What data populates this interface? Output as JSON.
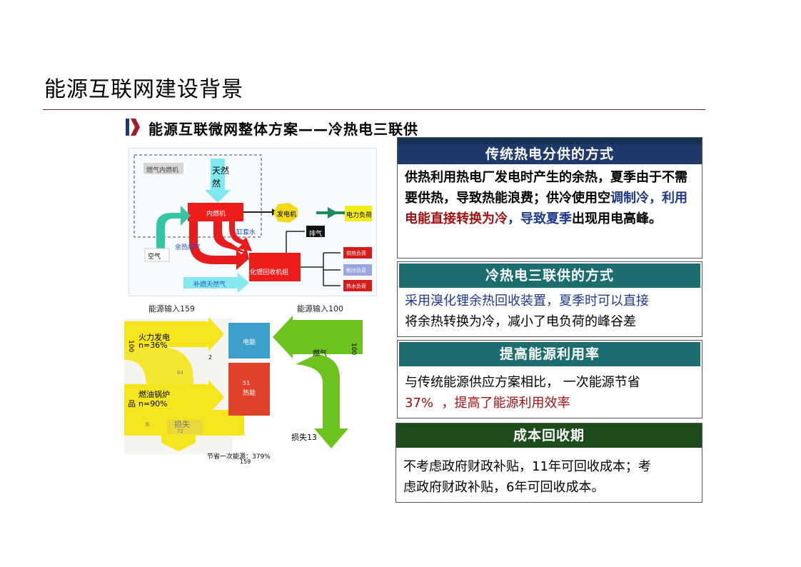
{
  "page": {
    "title": "能源互联网建设背景",
    "subtitle": "能源互联微网整体方案——冷热电三联供"
  },
  "boxes": {
    "traditional": {
      "heading": "传统热电分供的方式",
      "p1": "供热利用热电厂发电时产生的余热，夏季由于不需要供热，导致热能浪费；供冷使用空",
      "p2": "调制冷，利用",
      "p3": "电能直接转换为冷",
      "p4": "，导致夏季",
      "p5": "出现用电高峰。"
    },
    "cchp": {
      "heading": "冷热电三联供的方式",
      "line1": "采用溴化锂余热回收装置，夏季时可以直接",
      "line2": "将余热转换为冷，减小了电负荷的峰谷差"
    },
    "efficiency": {
      "heading": "提高能源利用率",
      "line1": "与传统能源供应方案相比，   一次能源节省",
      "pct": "37%",
      "line2": "，提高了能源利用效率"
    },
    "payback": {
      "heading": "成本回收期",
      "line1": "不考虑政府财政补贴，11年可回收成本；考",
      "line2": "虑政府财政补贴，6年可回收成本。"
    }
  },
  "flow_diagram": {
    "gas_engine": "燃气内燃机",
    "natural_gas": "天然",
    "natural_gas_2": "然",
    "engine": "内燃机",
    "generator": "发电机",
    "power_load": "电力负荷",
    "exhaust": "排气",
    "cylinder_water": "缸套水",
    "waste_heat_flue": "余热烟气",
    "air": "空气",
    "recovery_unit": "溴化锂回收机组",
    "supplementary_gas": "补燃天然气",
    "out1": "供热负荷",
    "out2": "制冷负荷",
    "out3": "热水负荷"
  },
  "sankey": {
    "left_input": "能源输入159",
    "right_input": "能源输入100",
    "thermal_power": "火力发电",
    "thermal_eff": "n=36%",
    "boiler": "燃油锅炉",
    "boiler_eff": "n=90%",
    "left_label_a": "100",
    "left_label_b": "品",
    "loss_left": "损失",
    "loss_left_val": "72",
    "val_64": "64",
    "val_6": "6",
    "val_2": "2",
    "electric": "电能",
    "heat": "热能",
    "heat_val": "51",
    "gas": "燃气",
    "right_side_val": "100",
    "loss_right": "损失13",
    "saving": "节省一次能源：379%",
    "saving_val": "159"
  },
  "colors": {
    "rule": "#7a1f5a",
    "navy": "#1f3a6a",
    "teal": "#1c6e6e",
    "green": "#1d4d1d",
    "red_text": "#a01010"
  }
}
